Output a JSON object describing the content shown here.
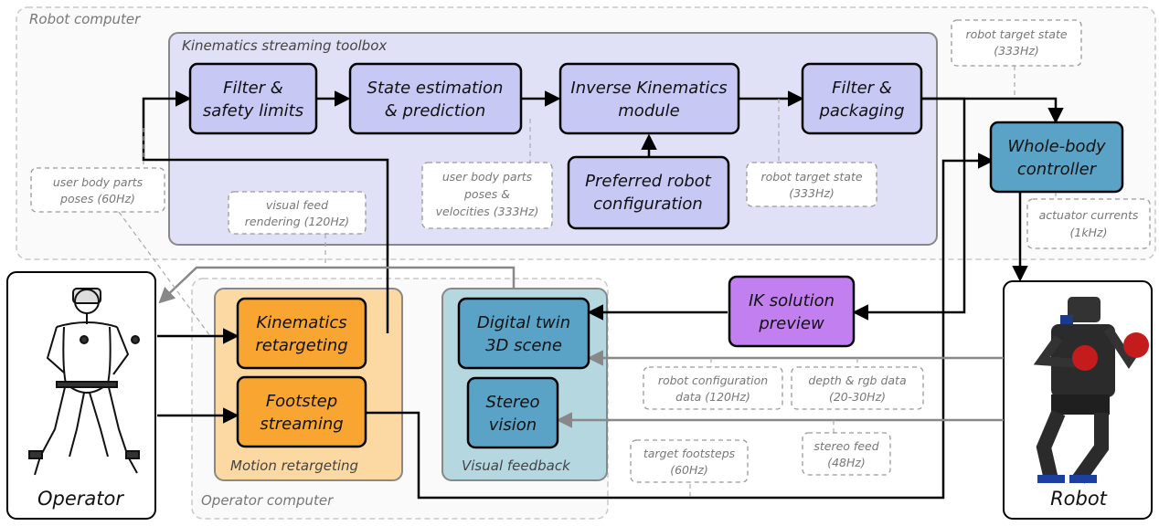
{
  "groups": {
    "robot_computer": "Robot computer",
    "kinematics_toolbox": "Kinematics streaming toolbox",
    "operator_computer": "Operator computer",
    "motion_retargeting": "Motion retargeting",
    "visual_feedback": "Visual feedback"
  },
  "boxes": {
    "filter_safety": [
      "Filter &",
      "safety limits"
    ],
    "state_estimation": [
      "State estimation",
      "& prediction"
    ],
    "inverse_kinematics": [
      "Inverse Kinematics",
      "module"
    ],
    "filter_packaging": [
      "Filter &",
      "packaging"
    ],
    "preferred_config": [
      "Preferred robot",
      "configuration"
    ],
    "whole_body": [
      "Whole-body",
      "controller"
    ],
    "ik_preview": [
      "IK solution",
      "preview"
    ],
    "kin_retargeting": [
      "Kinematics",
      "retargeting"
    ],
    "footstep_streaming": [
      "Footstep",
      "streaming"
    ],
    "digital_twin": [
      "Digital twin",
      "3D scene"
    ],
    "stereo_vision": [
      "Stereo",
      "vision"
    ]
  },
  "annotations": {
    "robot_target_state_top": [
      "robot target state",
      "(333Hz)"
    ],
    "user_body_poses": [
      "user body parts",
      "poses (60Hz)"
    ],
    "visual_feed_rendering": [
      "visual feed",
      "rendering (120Hz)"
    ],
    "user_body_poses_vel": [
      "user body parts",
      "poses &",
      "velocities (333Hz)"
    ],
    "robot_target_state_mid": [
      "robot target state",
      "(333Hz)"
    ],
    "actuator_currents": [
      "actuator currents",
      "(1kHz)"
    ],
    "robot_config_data": [
      "robot configuration",
      "data (120Hz)"
    ],
    "depth_rgb": [
      "depth & rgb data",
      "(20-30Hz)"
    ],
    "stereo_feed": [
      "stereo feed",
      "(48Hz)"
    ],
    "target_footsteps": [
      "target footsteps",
      "(60Hz)"
    ]
  },
  "actors": {
    "operator": "Operator",
    "robot": "Robot"
  },
  "colors": {
    "purple_box": "#c8c8f4",
    "blue_box": "#5ba3c6",
    "orange_box": "#f9a531",
    "violet_box": "#c27ff0",
    "toolbox_bg": "#e0e0f6",
    "motion_bg": "#fcd9a2",
    "visual_bg": "#b4d7e0"
  }
}
